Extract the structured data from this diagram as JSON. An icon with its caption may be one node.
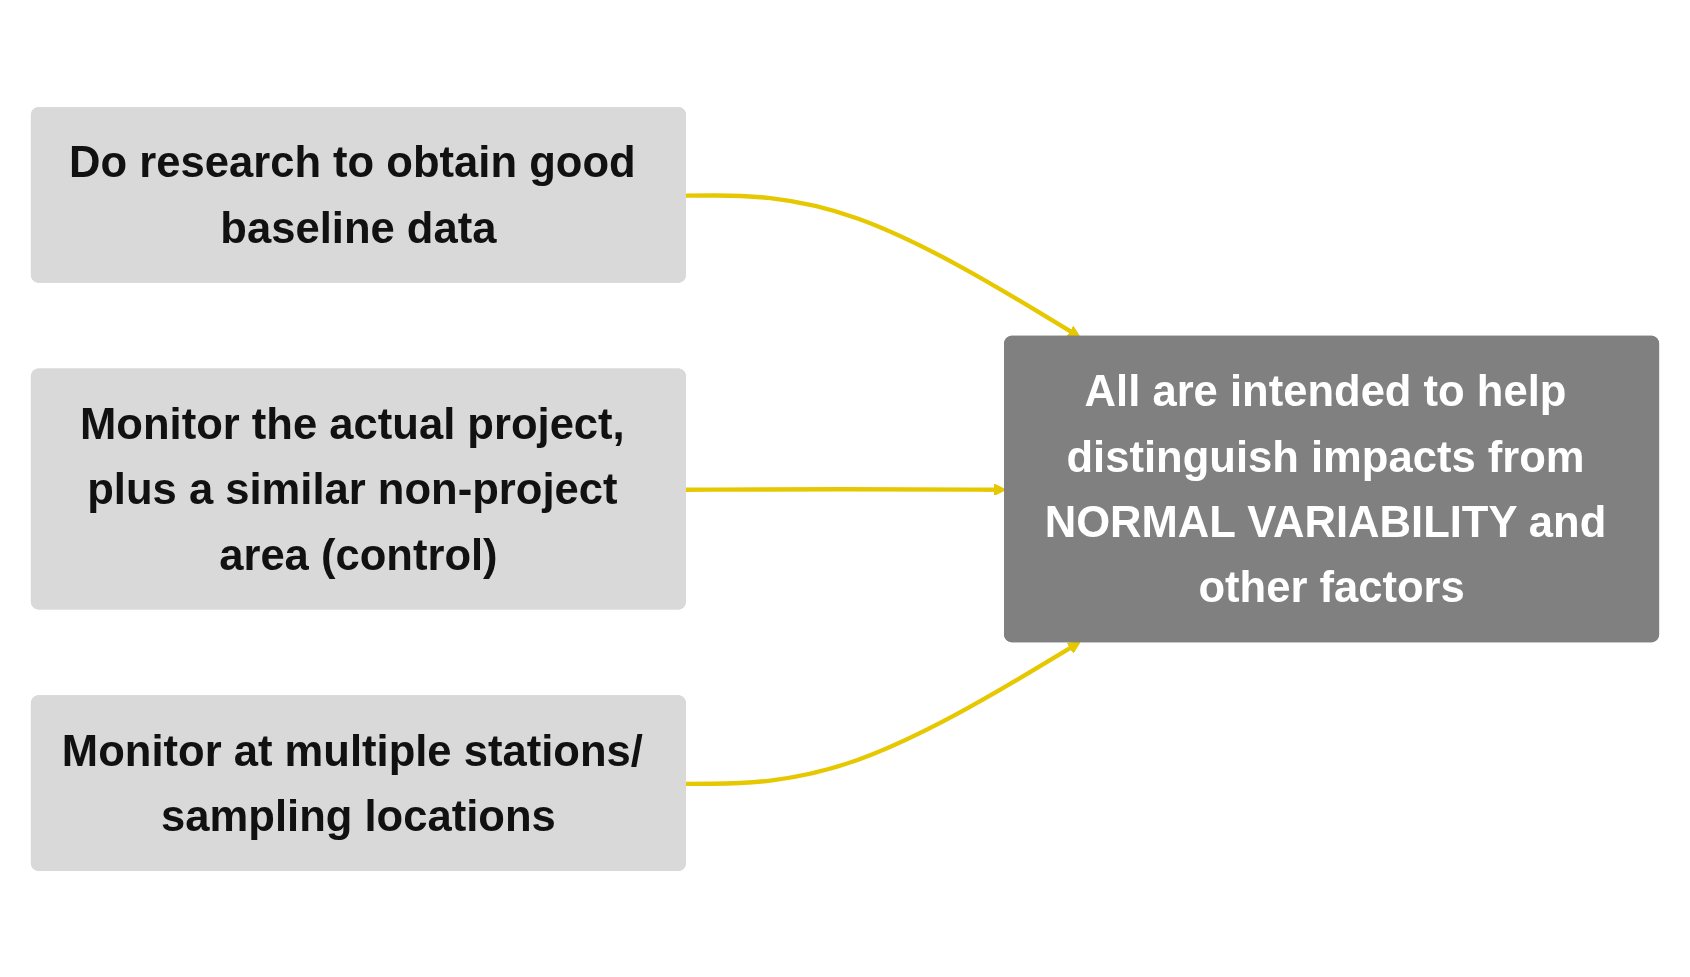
{
  "diagram": {
    "nodes": [
      {
        "text": [
          "Do research to obtain good baseline data"
        ]
      },
      {
        "text": [
          "Monitor the actual project, plus a similar non-project area (control)"
        ]
      },
      {
        "text": [
          "Monitor at multiple stations/ sampling locations"
        ]
      },
      {
        "text": [
          "All are intended to help distinguish impacts from NORMAL VARIABILITY and other factors"
        ]
      }
    ],
    "edges": [
      {
        "from": 0,
        "to": 3,
        "arrow": "to"
      },
      {
        "from": 1,
        "to": 3,
        "arrow": "to"
      },
      {
        "from": 2,
        "to": 3,
        "arrow": "to"
      }
    ]
  }
}
